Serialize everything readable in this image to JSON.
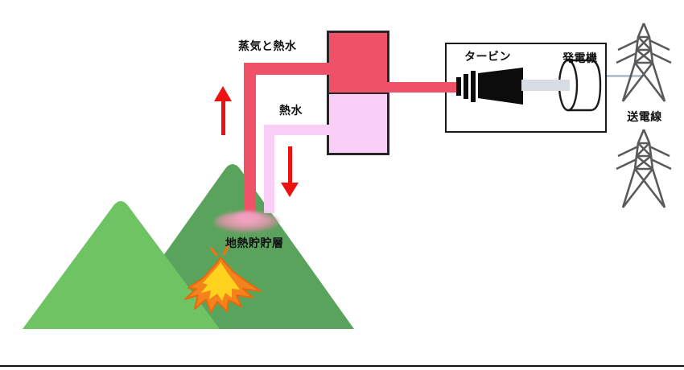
{
  "diagram": {
    "labels": {
      "steam_hot_water": "蒸気と熱水",
      "hot_water": "熱水",
      "turbine": "タービン",
      "generator": "発電機",
      "transmission_line": "送電線",
      "reservoir": "地熱貯貯層"
    },
    "colors": {
      "pipe_red": "#ef5168",
      "pipe_pink": "#f9cef7",
      "arrow_red": "#ee1111",
      "mountain_light": "#6ec463",
      "mountain_dark": "#5aa35c",
      "reservoir_pink": "#f2a6c0",
      "shaft_grey": "#d8dce3",
      "powerline_grey": "#b5c3cd",
      "tower_grey": "#5a5a5a",
      "flame_orange": "#f5831d",
      "flame_yellow": "#ffd21e",
      "outline_black": "#1a1a1a"
    }
  }
}
